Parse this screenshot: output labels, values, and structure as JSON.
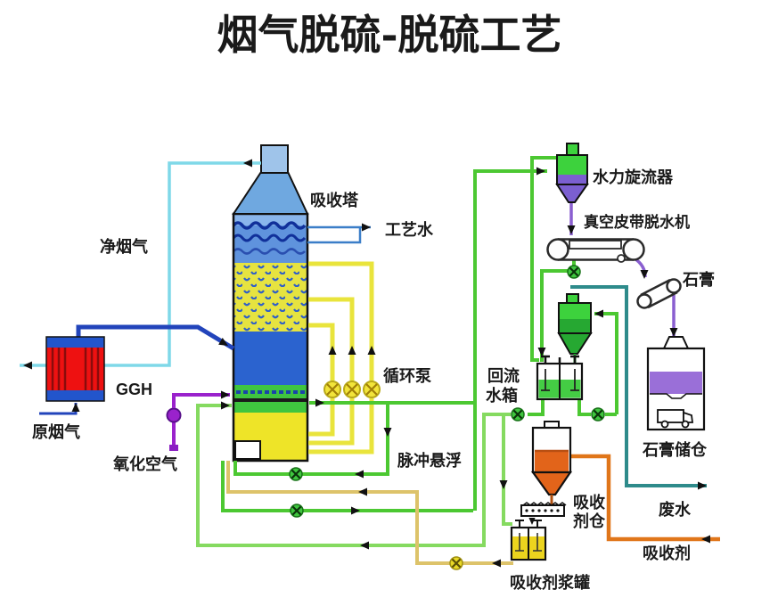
{
  "title": "烟气脱硫-脱硫工艺",
  "diagram_type": "flue-gas-desulfurization-process-flow",
  "labels": {
    "absorber_tower": "吸收塔",
    "process_water": "工艺水",
    "clean_flue_gas": "净烟气",
    "ggh": "GGH",
    "raw_flue_gas": "原烟气",
    "oxidation_air": "氧化空气",
    "circulation_pump": "循环泵",
    "pulse_suspension": "脉冲悬浮",
    "return_water_tank_line1": "回流",
    "return_water_tank_line2": "水箱",
    "hydrocyclone": "水力旋流器",
    "vacuum_belt_dewatering": "真空皮带脱水机",
    "gypsum": "石膏",
    "gypsum_silo": "石膏储仓",
    "absorbent_silo_line1": "吸收",
    "absorbent_silo_line2": "剂仓",
    "waste_water": "废水",
    "absorbent": "吸收剂",
    "absorbent_slurry_tank": "吸收剂浆罐"
  },
  "colors": {
    "clean_gas_line": "#7fd8e8",
    "flue_gas_duct": "#2244bb",
    "process_water_line": "#3b7ec8",
    "oxidation_air_line": "#9a22cc",
    "slurry_circulation_line": "#e9e43c",
    "recycle_line": "#4cc832",
    "return_line": "#85da60",
    "filtrate_waste_line": "#2e8b8b",
    "gypsum_line": "#8a5fd0",
    "absorbent_line": "#e0761a",
    "absorbent_slurry_line": "#ddc36a",
    "ggh_body": "#ee1111",
    "gypsum_band": "#9a6fd8",
    "absorbent_fill": "#e2641a"
  }
}
